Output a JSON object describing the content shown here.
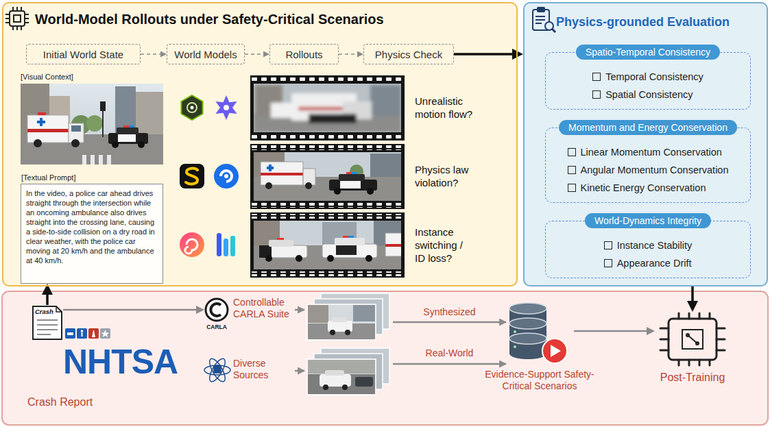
{
  "diagram": {
    "nodes": [
      {
        "text": [
          "World-Model Rollouts under Safety-Critical Scenarios"
        ]
      },
      {
        "text": [
          "Initial World State"
        ],
        "in": 0
      },
      {
        "text": [
          "World Models"
        ],
        "in": 0
      },
      {
        "text": [
          "Rollouts"
        ],
        "in": 0
      },
      {
        "text": [
          "Physics Check"
        ],
        "in": 0
      },
      {
        "text": [
          "[Textual Prompt]",
          "In the video, a police car ahead drives straight through the intersection while an oncoming ambulance also drives straight into the crossing lane, causing a side-to-side collision on a dry road in clear weather, with the police car moving at 20 km/h and the ambulance at 40 km/h."
        ],
        "in": 0
      },
      {
        "text": [
          "Physics-grounded Evaluation"
        ]
      },
      {
        "text": [
          "Spatio-Temporal Consistency",
          "Temporal Consistency",
          "Spatial Consistency"
        ],
        "in": 6
      },
      {
        "text": [
          "Momentum and Energy Conservation",
          "Linear Momentum Conservation",
          "Angular Momentum Conservation",
          "Kinetic Energy Conservation"
        ],
        "in": 6
      },
      {
        "text": [
          "World-Dynamics Integrity",
          "Instance Stability",
          "Appearance Drift"
        ],
        "in": 6
      },
      {
        "text": [
          "Crash"
        ]
      },
      {
        "text": [
          "CARLA"
        ]
      },
      {
        "text": [
          "Evidence-Support Safety-Critical Scenarios"
        ]
      },
      {
        "text": [
          "Post-Training"
        ]
      }
    ],
    "edges": [
      {
        "from": 1,
        "to": 2,
        "arrow": "to"
      },
      {
        "from": 2,
        "to": 3,
        "arrow": "to"
      },
      {
        "from": 3,
        "to": 4,
        "arrow": "to"
      },
      {
        "from": 4,
        "to": 6,
        "arrow": "to"
      },
      {
        "from": 10,
        "to": 5,
        "arrow": "to"
      },
      {
        "from": 10,
        "to": 11,
        "arrow": "to"
      },
      {
        "from": 6,
        "to": 13,
        "arrow": "to"
      },
      {
        "from": 12,
        "to": 13,
        "arrow": "to"
      }
    ],
    "labels": [
      "[Visual Context]",
      "Unrealistic motion flow?",
      "Physics law violation?",
      "Instance switching / ID loss?",
      "NHTSA",
      "Crash Report",
      "Controllable CARLA Suite",
      "Diverse Sources",
      "Synthesized",
      "Real-World"
    ]
  }
}
